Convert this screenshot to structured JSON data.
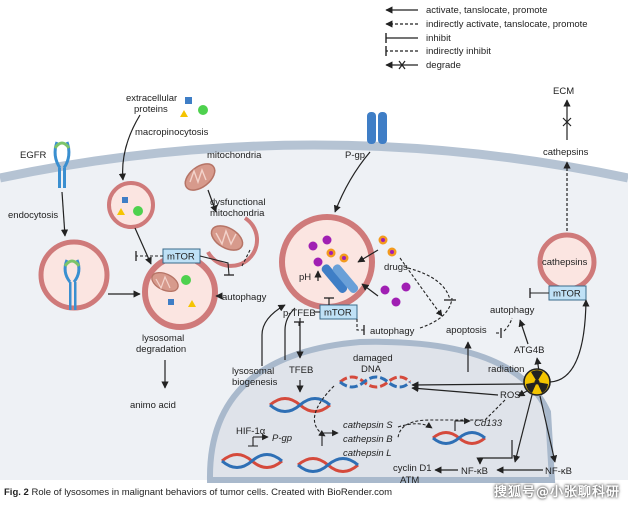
{
  "legend": {
    "activate": "activate, tanslocate, promote",
    "indirect_activate": "indirectly activate, tanslocate, promote",
    "inhibit": "inhibit",
    "indirect_inhibit": "indirectly inhibit",
    "degrade": "degrade"
  },
  "labels": {
    "extracellular": "extracellular",
    "proteins": "proteins",
    "macropinocytosis": "macropinocytosis",
    "mitochondria": "mitochondria",
    "egfr": "EGFR",
    "endocytosis": "endocytosis",
    "dysfunctional": "dysfunctional",
    "mitochondria2": "mitochondria",
    "mtor": "mTOR",
    "autophagy": "autophagy",
    "lysosomal": "lysosomal",
    "degradation": "degradation",
    "amino_acid": "animo acid",
    "pgp": "P-gp",
    "ph": "pH",
    "drugs": "drugs",
    "ptfeb": "p-TFEB",
    "tfeb": "TFEB",
    "lyso_bio1": "lysosomal",
    "lyso_bio2": "biogenesis",
    "damaged": "damaged",
    "dna": "DNA",
    "apoptosis": "apoptosis",
    "ecm": "ECM",
    "cathepsins": "cathepsins",
    "cathepsins_lyso": "cathepsins",
    "atg4b": "ATG4B",
    "radiation": "radiation",
    "ros": "ROS",
    "hif": "HIF-1α",
    "pgp_gene": "P-gp",
    "cath_s": "cathepsin S",
    "cath_b": "cathepsin B",
    "cath_l": "cathepsin L",
    "cd133": "Cd133",
    "cyclin": "cyclin D1",
    "atm": "ATM",
    "nfkb1": "NF-κB",
    "nfkb2": "NF-κB"
  },
  "caption": {
    "fig": "Fig. 2",
    "text": " Role of lysosomes in malignant behaviors of tumor cells. Created with BioRender.com"
  },
  "watermark": "搜狐号@小张聊科研",
  "colors": {
    "membrane": "#b5c3d3",
    "cell_fill": "#eef1f5",
    "nucleus_fill": "#dfe3ea",
    "lyso_ring": "#cf7a7a",
    "lyso_fill": "#fbe5e1",
    "mtor_fill": "#bfe1f6",
    "mtor_stroke": "#3a6a8a",
    "pgp": "#3f7ec6",
    "dna_red": "#d54a3c",
    "dna_blue": "#2e6fb5",
    "drug_purple": "#a01fb3",
    "drug_orange": "#f39a1e",
    "mito": "#d79a8c"
  }
}
